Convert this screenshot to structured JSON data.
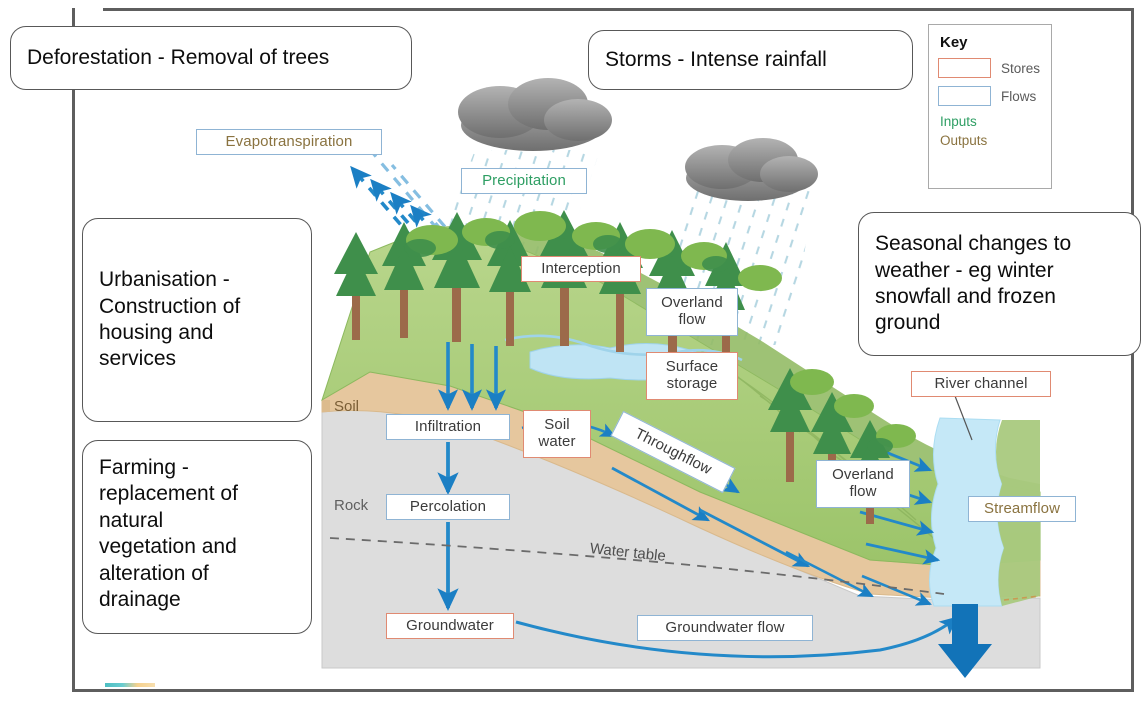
{
  "key": {
    "title": "Key",
    "rows": [
      {
        "type": "store",
        "label": "Stores"
      },
      {
        "type": "flow",
        "label": "Flows"
      }
    ],
    "inputs_label": "Inputs",
    "outputs_label": "Outputs",
    "store_color": "#e08a72",
    "flow_color": "#8fb4d4",
    "input_color": "#2e9e63",
    "output_color": "#8a7340"
  },
  "callouts": [
    {
      "id": "deforestation",
      "text": "Deforestation - Removal of trees"
    },
    {
      "id": "storms",
      "text": "Storms - Intense rainfall"
    },
    {
      "id": "urbanisation",
      "text": "Urbanisation -\nConstruction of\nhousing and\nservices"
    },
    {
      "id": "farming",
      "text": "Farming -\nreplacement of\nnatural\nvegetation and\nalteration of\ndrainage"
    },
    {
      "id": "seasonal",
      "text": "Seasonal changes to\nweather - eg winter\nsnowfall and frozen\nground"
    }
  ],
  "diagram_labels": [
    {
      "id": "evapotranspiration",
      "text": "Evapotranspiration",
      "kind": "flow",
      "tone": "output"
    },
    {
      "id": "precipitation",
      "text": "Precipitation",
      "kind": "flow",
      "tone": "input"
    },
    {
      "id": "interception",
      "text": "Interception",
      "kind": "store",
      "tone": "normal"
    },
    {
      "id": "overland-flow-upper",
      "text": "Overland\nflow",
      "kind": "flow",
      "tone": "normal"
    },
    {
      "id": "surface-storage",
      "text": "Surface\nstorage",
      "kind": "store",
      "tone": "normal"
    },
    {
      "id": "infiltration",
      "text": "Infiltration",
      "kind": "flow",
      "tone": "normal"
    },
    {
      "id": "soil-water",
      "text": "Soil\nwater",
      "kind": "store",
      "tone": "normal"
    },
    {
      "id": "throughflow",
      "text": "Throughflow",
      "kind": "flow",
      "tone": "normal"
    },
    {
      "id": "percolation",
      "text": "Percolation",
      "kind": "flow",
      "tone": "normal"
    },
    {
      "id": "groundwater",
      "text": "Groundwater",
      "kind": "store",
      "tone": "normal"
    },
    {
      "id": "groundwater-flow",
      "text": "Groundwater flow",
      "kind": "flow",
      "tone": "normal"
    },
    {
      "id": "river-channel",
      "text": "River channel",
      "kind": "store",
      "tone": "normal"
    },
    {
      "id": "overland-flow-lower",
      "text": "Overland\nflow",
      "kind": "flow",
      "tone": "normal"
    },
    {
      "id": "streamflow",
      "text": "Streamflow",
      "kind": "flow",
      "tone": "output"
    }
  ],
  "terrain_labels": [
    {
      "id": "soil",
      "text": "Soil"
    },
    {
      "id": "rock",
      "text": "Rock"
    },
    {
      "id": "water-table",
      "text": "Water table"
    }
  ],
  "colors": {
    "frame": "#5e5e5e",
    "grass": "#a8c878",
    "grass_dark": "#93bb66",
    "soil": "#e2c298",
    "rock": "#dcdcdc",
    "water": "#c5e8f7",
    "arrow_blue": "#1b7fc4",
    "cloud": "#8f8f8f",
    "rain": "#9ec9d8"
  }
}
